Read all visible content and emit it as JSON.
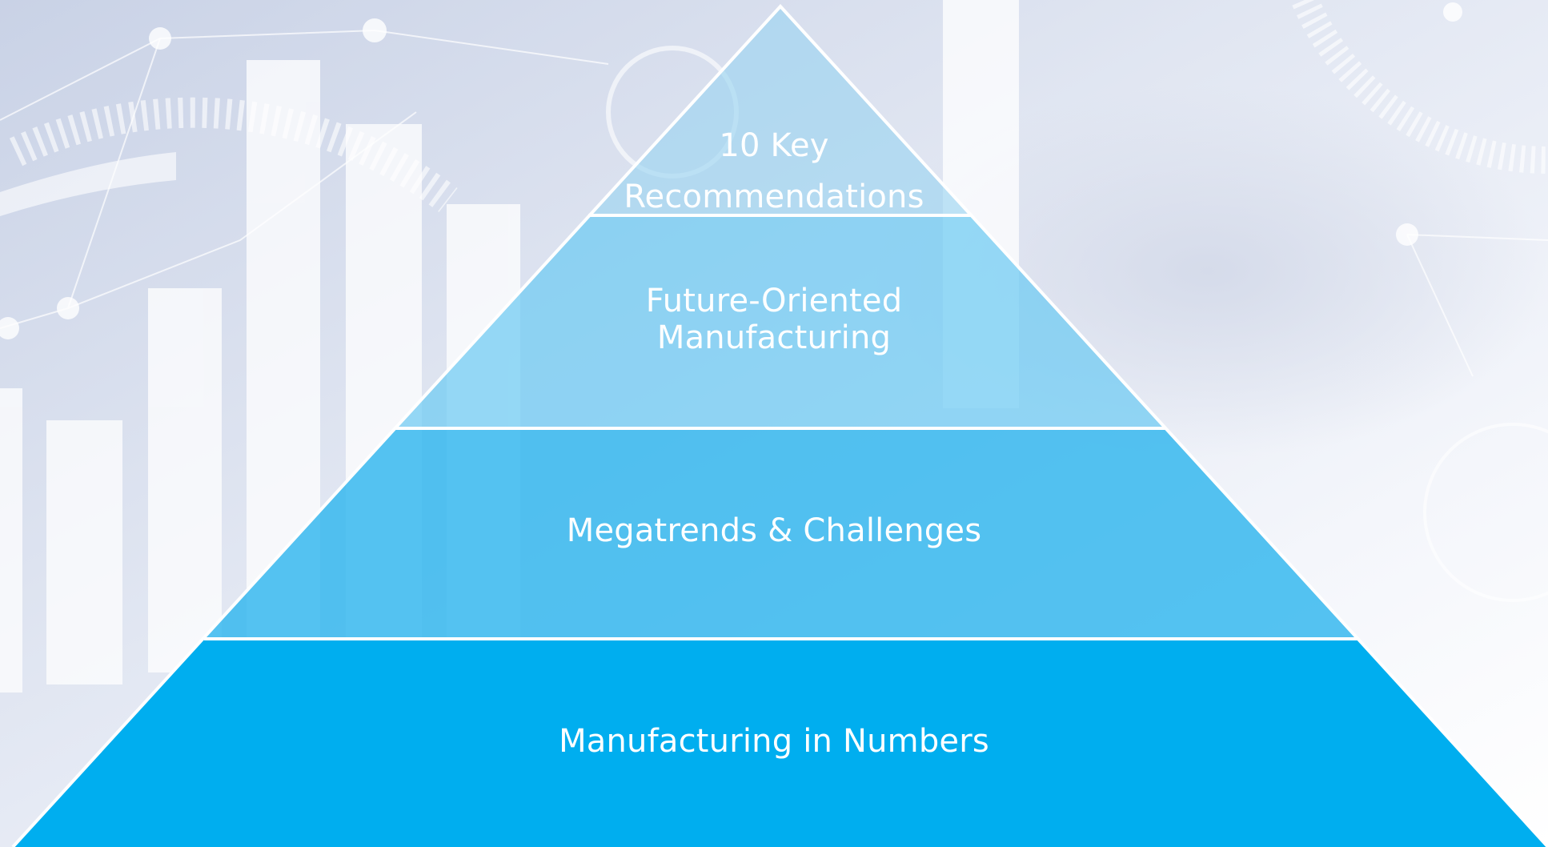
{
  "colors": {
    "tier_1": "#9ad3f0",
    "tier_2": "#6dcaf3",
    "tier_3": "#30b6ee",
    "tier_4": "#00aeef",
    "edge": "#ffffff",
    "label": "#ffffff"
  },
  "pyramid": {
    "tiers": [
      {
        "lines": [
          "10 Key",
          "Recommendations"
        ]
      },
      {
        "lines": [
          "Future-Oriented",
          "Manufacturing"
        ]
      },
      {
        "lines": [
          "Megatrends & Challenges"
        ]
      },
      {
        "lines": [
          "Manufacturing in Numbers"
        ]
      }
    ]
  }
}
